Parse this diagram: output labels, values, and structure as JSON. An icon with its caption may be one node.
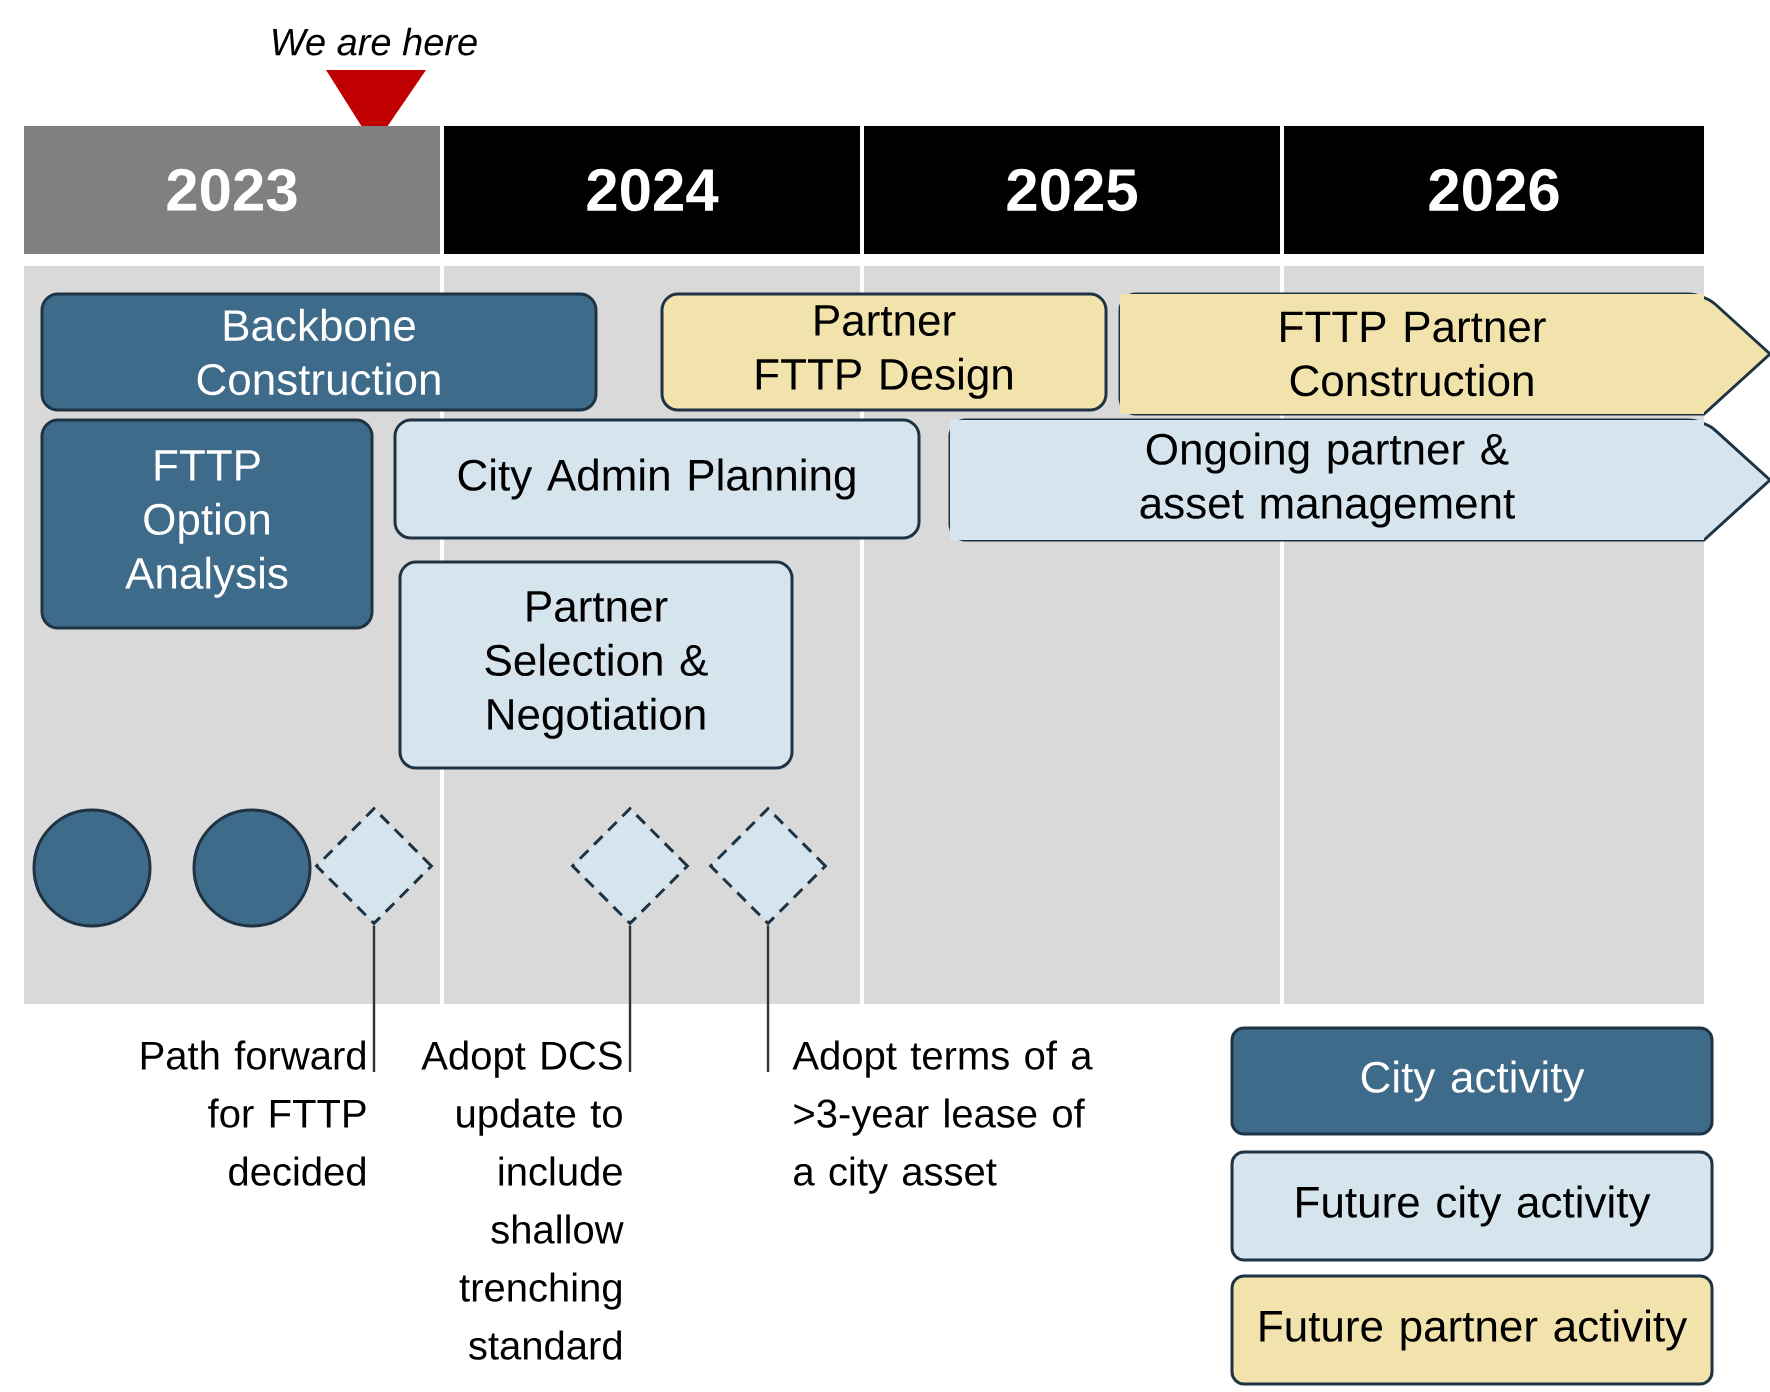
{
  "diagram": {
    "nodes": [
      {
        "text": [
          "2023"
        ]
      },
      {
        "text": [
          "2024"
        ]
      },
      {
        "text": [
          "2025"
        ]
      },
      {
        "text": [
          "2026"
        ]
      },
      {
        "text": [
          "Backbone Construction"
        ]
      },
      {
        "text": [
          "Partner FTTP Design"
        ]
      },
      {
        "text": [
          "FTTP Partner Construction"
        ]
      },
      {
        "text": [
          "FTTP Option Analysis"
        ]
      },
      {
        "text": [
          "City Admin Planning"
        ]
      },
      {
        "text": [
          "Ongoing partner & asset management"
        ]
      },
      {
        "text": [
          "Partner Selection & Negotiation"
        ]
      },
      {
        "text": [],
        "shape": "circle"
      },
      {
        "text": [],
        "shape": "circle"
      },
      {
        "text": [],
        "shape": "diamond"
      },
      {
        "text": [],
        "shape": "diamond"
      },
      {
        "text": [],
        "shape": "diamond"
      },
      {
        "text": [
          "Path forward for FTTP decided"
        ]
      },
      {
        "text": [
          "Adopt DCS update to include shallow trenching standard"
        ]
      },
      {
        "text": [
          "Adopt terms of a >3-year lease of a city asset"
        ]
      }
    ],
    "edges": [
      {
        "from": 16,
        "to": 13,
        "arrow": "none"
      },
      {
        "from": 17,
        "to": 14,
        "arrow": "none"
      },
      {
        "from": 18,
        "to": 15,
        "arrow": "none"
      }
    ],
    "labels": [
      "We are here"
    ],
    "legend": [
      {
        "text": "City activity",
        "color": "#3f6b8a"
      },
      {
        "text": "Future city activity",
        "color": "#d6e4ee"
      },
      {
        "text": "Future partner activity",
        "color": "#f1e3ab"
      }
    ]
  }
}
